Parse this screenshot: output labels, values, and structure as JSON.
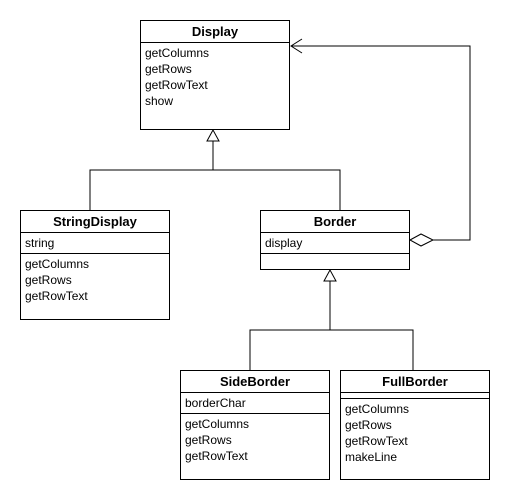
{
  "classes": {
    "display": {
      "name": "Display",
      "fields": [],
      "methods": [
        "getColumns",
        "getRows",
        "getRowText",
        "show"
      ]
    },
    "string_display": {
      "name": "StringDisplay",
      "fields": [
        "string"
      ],
      "methods": [
        "getColumns",
        "getRows",
        "getRowText"
      ]
    },
    "border": {
      "name": "Border",
      "fields": [
        "display"
      ],
      "methods": []
    },
    "side_border": {
      "name": "SideBorder",
      "fields": [
        "borderChar"
      ],
      "methods": [
        "getColumns",
        "getRows",
        "getRowText"
      ]
    },
    "full_border": {
      "name": "FullBorder",
      "fields": [],
      "methods": [
        "getColumns",
        "getRows",
        "getRowText",
        "makeLine"
      ]
    }
  },
  "relations": [
    {
      "type": "generalization",
      "from": "string_display",
      "to": "display"
    },
    {
      "type": "generalization",
      "from": "border",
      "to": "display"
    },
    {
      "type": "generalization",
      "from": "side_border",
      "to": "border"
    },
    {
      "type": "generalization",
      "from": "full_border",
      "to": "border"
    },
    {
      "type": "aggregation",
      "whole": "border",
      "part": "display"
    }
  ]
}
